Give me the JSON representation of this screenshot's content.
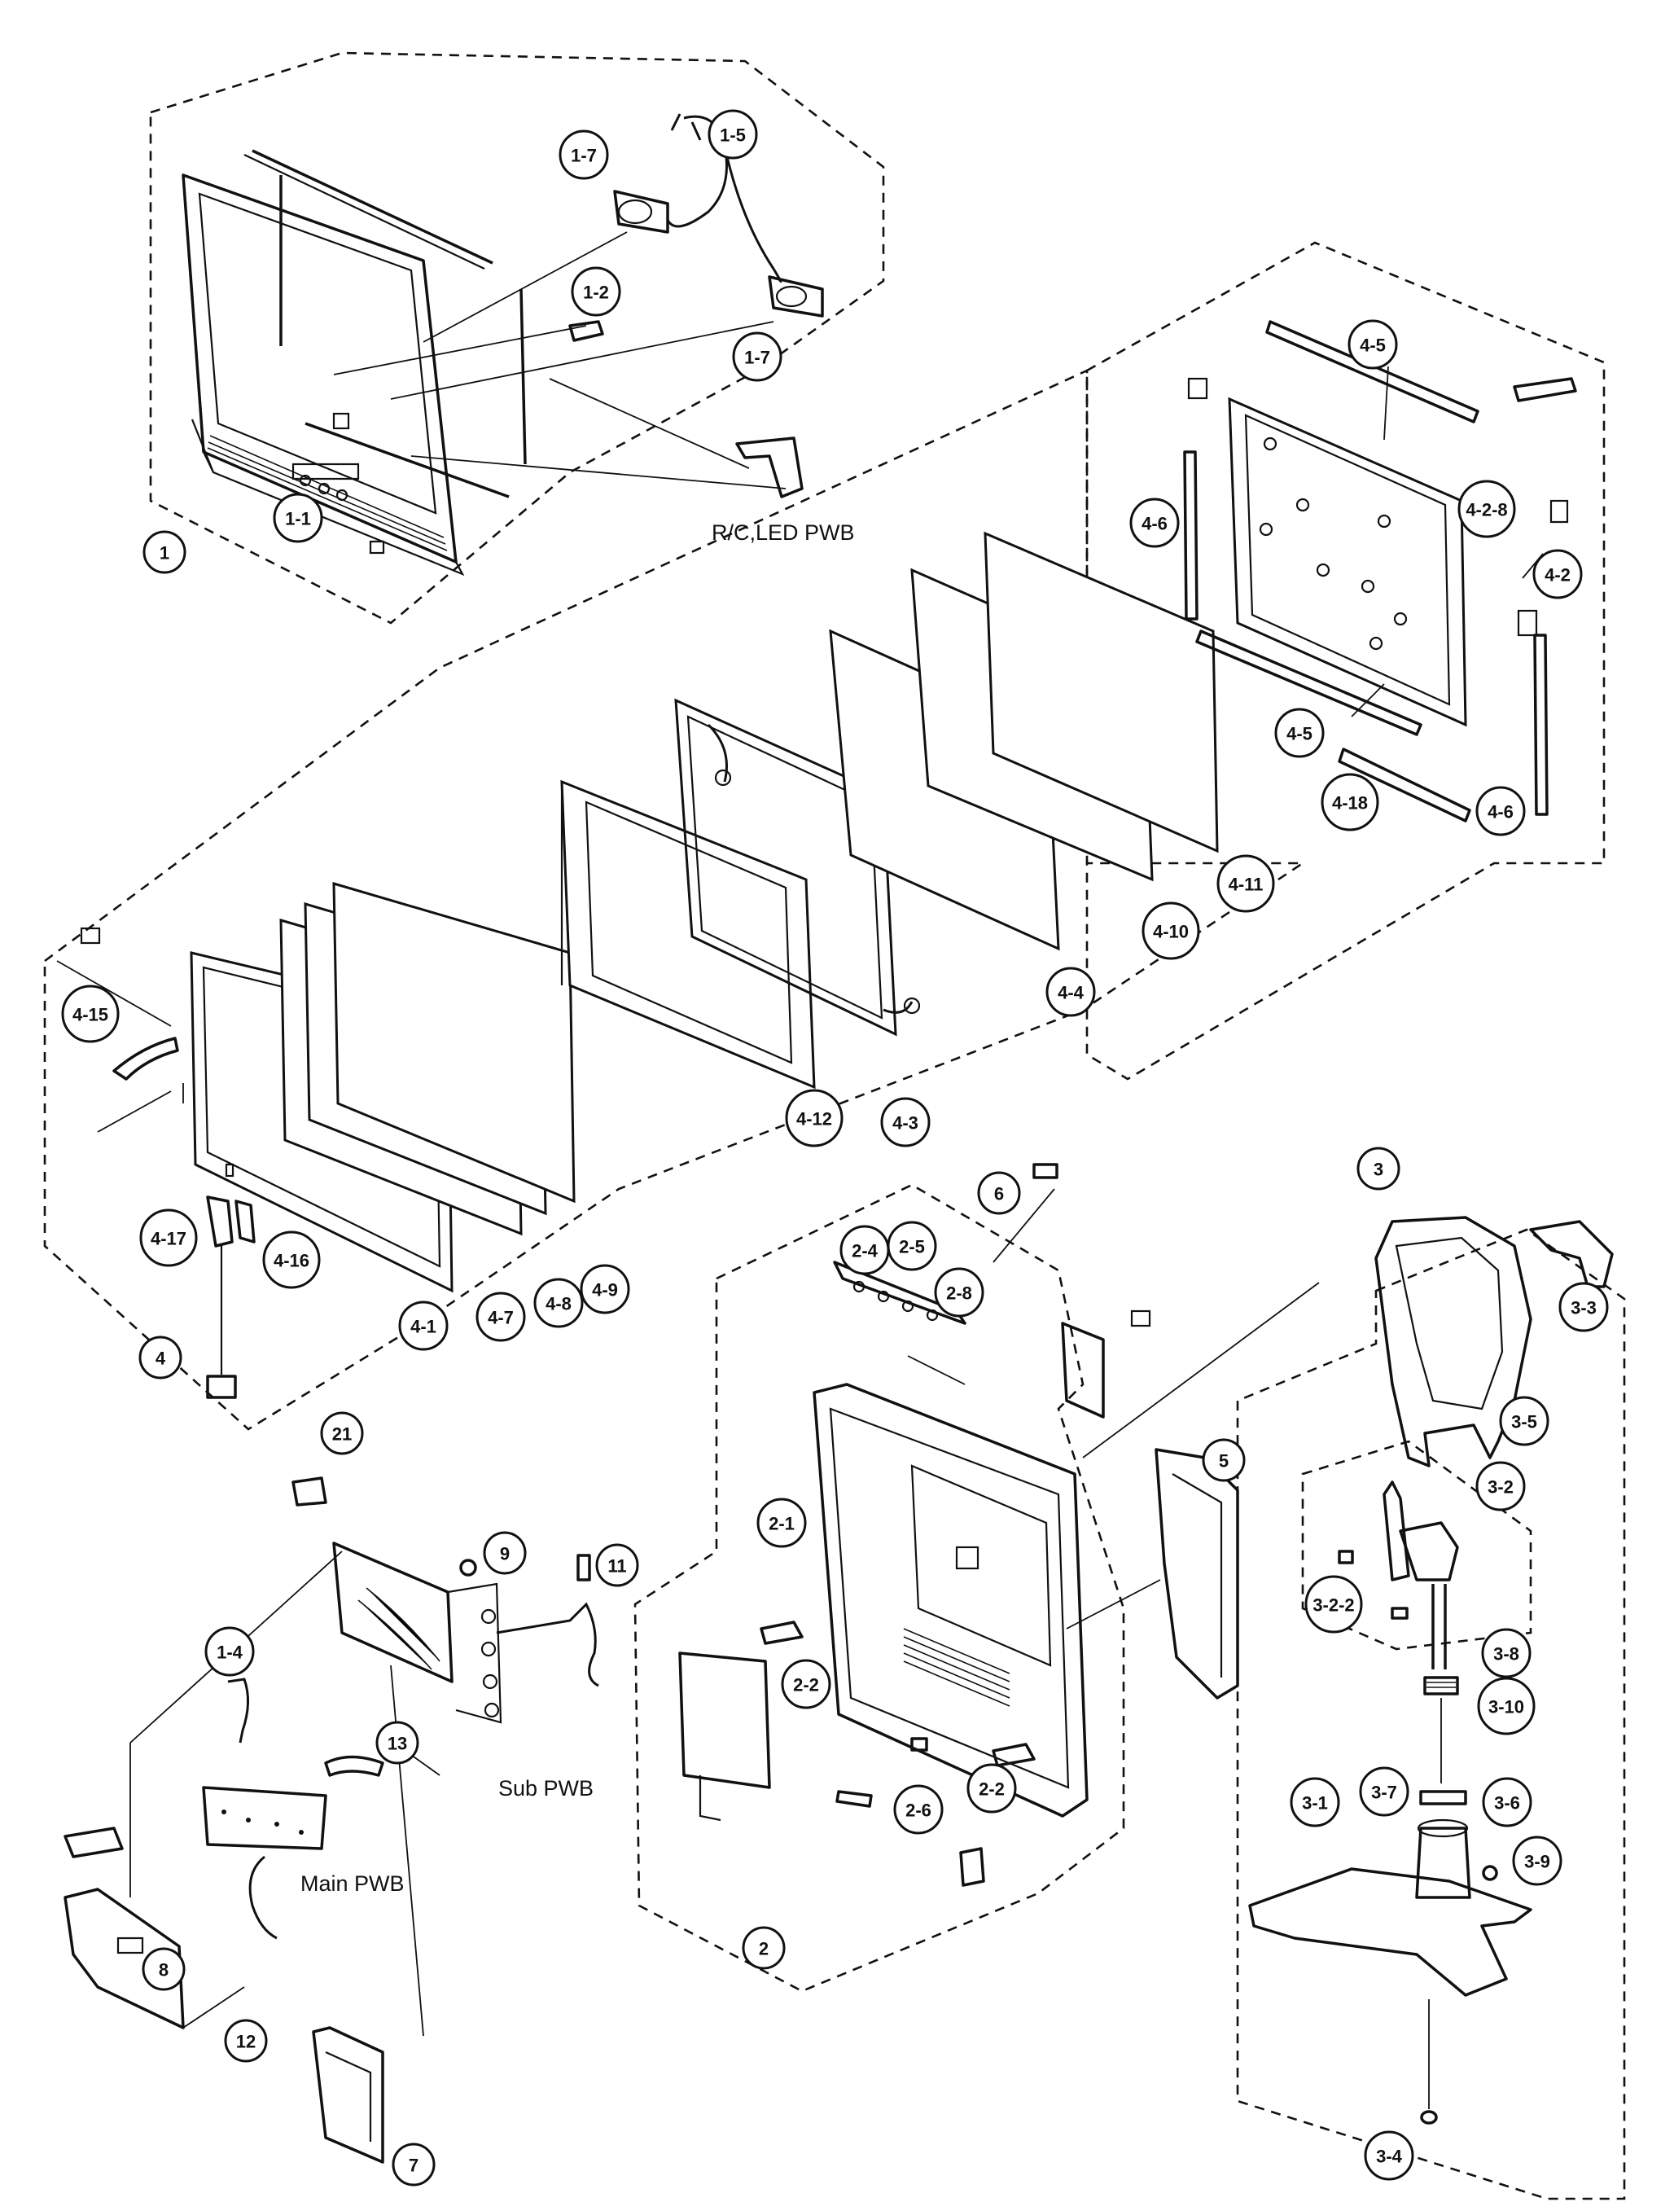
{
  "diagram": {
    "callouts": [
      {
        "id": "c-1",
        "text": "1"
      },
      {
        "id": "c-1-1",
        "text": "1-1"
      },
      {
        "id": "c-1-2",
        "text": "1-2"
      },
      {
        "id": "c-1-4",
        "text": "1-4"
      },
      {
        "id": "c-1-5",
        "text": "1-5"
      },
      {
        "id": "c-1-7a",
        "text": "1-7"
      },
      {
        "id": "c-1-7b",
        "text": "1-7"
      },
      {
        "id": "c-2",
        "text": "2"
      },
      {
        "id": "c-2-1",
        "text": "2-1"
      },
      {
        "id": "c-2-2a",
        "text": "2-2"
      },
      {
        "id": "c-2-2b",
        "text": "2-2"
      },
      {
        "id": "c-2-4",
        "text": "2-4"
      },
      {
        "id": "c-2-5",
        "text": "2-5"
      },
      {
        "id": "c-2-6",
        "text": "2-6"
      },
      {
        "id": "c-2-8",
        "text": "2-8"
      },
      {
        "id": "c-3",
        "text": "3"
      },
      {
        "id": "c-3-1",
        "text": "3-1"
      },
      {
        "id": "c-3-2",
        "text": "3-2"
      },
      {
        "id": "c-3-2-2",
        "text": "3-2-2"
      },
      {
        "id": "c-3-3",
        "text": "3-3"
      },
      {
        "id": "c-3-4",
        "text": "3-4"
      },
      {
        "id": "c-3-5",
        "text": "3-5"
      },
      {
        "id": "c-3-6",
        "text": "3-6"
      },
      {
        "id": "c-3-7",
        "text": "3-7"
      },
      {
        "id": "c-3-8",
        "text": "3-8"
      },
      {
        "id": "c-3-9",
        "text": "3-9"
      },
      {
        "id": "c-3-10",
        "text": "3-10"
      },
      {
        "id": "c-4",
        "text": "4"
      },
      {
        "id": "c-4-1",
        "text": "4-1"
      },
      {
        "id": "c-4-2",
        "text": "4-2"
      },
      {
        "id": "c-4-2-8",
        "text": "4-2-8"
      },
      {
        "id": "c-4-3",
        "text": "4-3"
      },
      {
        "id": "c-4-4",
        "text": "4-4"
      },
      {
        "id": "c-4-5a",
        "text": "4-5"
      },
      {
        "id": "c-4-5b",
        "text": "4-5"
      },
      {
        "id": "c-4-6a",
        "text": "4-6"
      },
      {
        "id": "c-4-6b",
        "text": "4-6"
      },
      {
        "id": "c-4-7",
        "text": "4-7"
      },
      {
        "id": "c-4-8",
        "text": "4-8"
      },
      {
        "id": "c-4-9",
        "text": "4-9"
      },
      {
        "id": "c-4-10",
        "text": "4-10"
      },
      {
        "id": "c-4-11",
        "text": "4-11"
      },
      {
        "id": "c-4-12",
        "text": "4-12"
      },
      {
        "id": "c-4-15",
        "text": "4-15"
      },
      {
        "id": "c-4-16",
        "text": "4-16"
      },
      {
        "id": "c-4-17",
        "text": "4-17"
      },
      {
        "id": "c-4-18",
        "text": "4-18"
      },
      {
        "id": "c-5",
        "text": "5"
      },
      {
        "id": "c-6",
        "text": "6"
      },
      {
        "id": "c-7",
        "text": "7"
      },
      {
        "id": "c-8",
        "text": "8"
      },
      {
        "id": "c-9",
        "text": "9"
      },
      {
        "id": "c-11",
        "text": "11"
      },
      {
        "id": "c-12",
        "text": "12"
      },
      {
        "id": "c-13",
        "text": "13"
      },
      {
        "id": "c-21",
        "text": "21"
      }
    ],
    "labels": {
      "rc_led_pwb": "R/C,LED PWB",
      "sub_pwb": "Sub PWB",
      "main_pwb": "Main PWB"
    }
  }
}
